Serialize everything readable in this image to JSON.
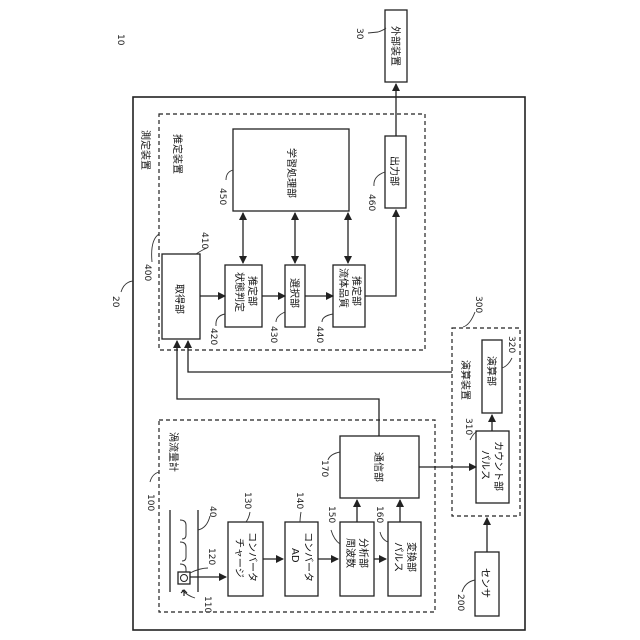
{
  "figure_ref": "10",
  "external": {
    "ref": "30",
    "label": "外部装置"
  },
  "measurement": {
    "ref": "20",
    "title": "測定装置"
  },
  "estimator": {
    "ref": "400",
    "title": "推定装置",
    "learning": {
      "ref": "450",
      "label": "学習処理部"
    },
    "output": {
      "ref": "460",
      "label": "出力部"
    },
    "acquire": {
      "ref": "410",
      "label": "取得部"
    },
    "state": {
      "ref": "420",
      "label1": "状態判定",
      "label2": "推定部"
    },
    "select": {
      "ref": "430",
      "label": "選択部"
    },
    "quality": {
      "ref": "440",
      "label1": "流体品質",
      "label2": "推定部"
    }
  },
  "flowmeter": {
    "ref": "100",
    "title": "渦流量計",
    "pipe_ref": "40",
    "detector_ref": "110",
    "sensor_ref": "120",
    "charge": {
      "ref": "130",
      "label1": "チャージ",
      "label2": "コンバータ"
    },
    "ad": {
      "ref": "140",
      "label1": "AD",
      "label2": "コンバータ"
    },
    "freq": {
      "ref": "150",
      "label1": "周波数",
      "label2": "分析部"
    },
    "pulse": {
      "ref": "160",
      "label1": "パルス",
      "label2": "変換部"
    },
    "comm": {
      "ref": "170",
      "label": "通信部"
    }
  },
  "calc_device": {
    "ref": "300",
    "title": "演算装置",
    "calc": {
      "ref": "320",
      "label": "演算部"
    },
    "counter": {
      "ref": "310",
      "label1": "パルス",
      "label2": "カウント部"
    }
  },
  "sensor": {
    "ref": "200",
    "label": "センサ"
  }
}
